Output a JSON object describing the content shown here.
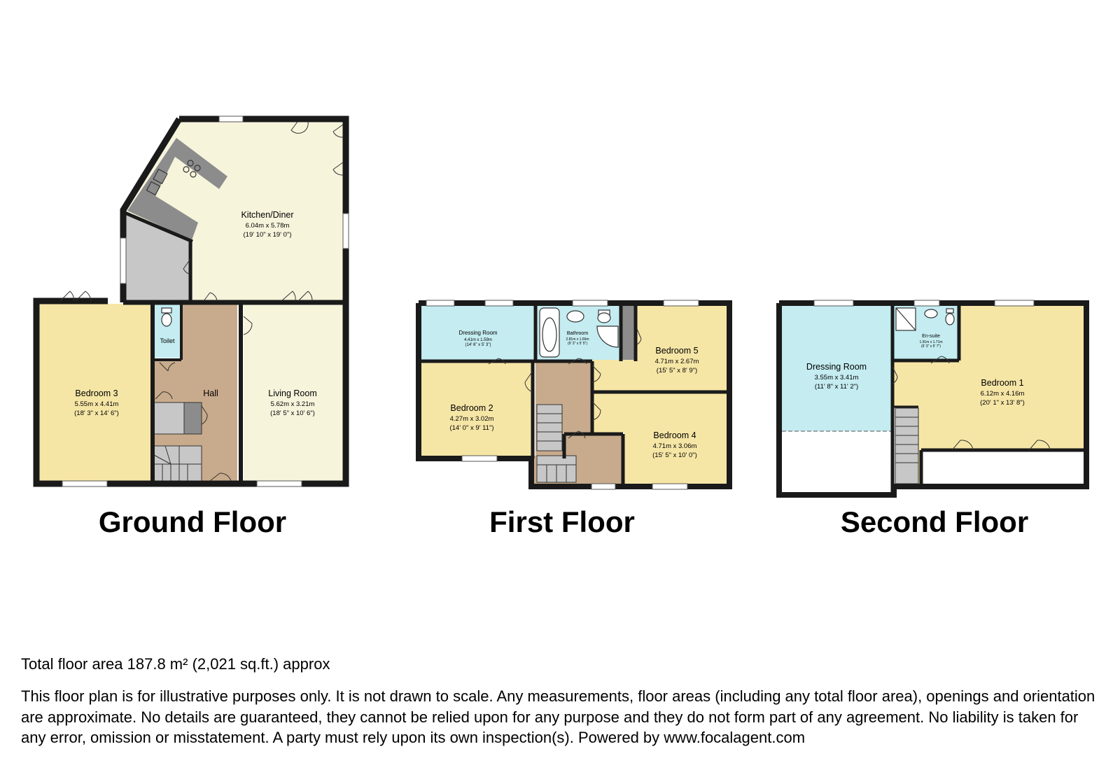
{
  "floors": {
    "ground": {
      "title": "Ground Floor",
      "rooms": {
        "kitchen": {
          "name": "Kitchen/Diner",
          "metric": "6.04m x 5.78m",
          "imperial": "(19' 10\" x 19' 0\")"
        },
        "bedroom3": {
          "name": "Bedroom 3",
          "metric": "5.55m x 4.41m",
          "imperial": "(18' 3\" x 14' 6\")"
        },
        "toilet": {
          "name": "Toilet"
        },
        "hall": {
          "name": "Hall"
        },
        "living": {
          "name": "Living Room",
          "metric": "5.62m x 3.21m",
          "imperial": "(18' 5\" x 10' 6\")"
        }
      }
    },
    "first": {
      "title": "First Floor",
      "rooms": {
        "dressing": {
          "name": "Dressing Room",
          "metric": "4.41m x 1.59m",
          "imperial": "(14' 6\" x 5' 3\")"
        },
        "bathroom": {
          "name": "Bathroom",
          "metric": "2.81m x 1.66m",
          "imperial": "(9' 3\" x 5' 5\")"
        },
        "bedroom5": {
          "name": "Bedroom 5",
          "metric": "4.71m x 2.67m",
          "imperial": "(15' 5\" x 8' 9\")"
        },
        "bedroom2": {
          "name": "Bedroom 2",
          "metric": "4.27m x 3.02m",
          "imperial": "(14' 0\" x 9' 11\")"
        },
        "bedroom4": {
          "name": "Bedroom 4",
          "metric": "4.71m x 3.06m",
          "imperial": "(15' 5\" x 10' 0\")"
        }
      }
    },
    "second": {
      "title": "Second Floor",
      "rooms": {
        "dressing": {
          "name": "Dressing Room",
          "metric": "3.55m x 3.41m",
          "imperial": "(11' 8\" x 11' 2\")"
        },
        "ensuite": {
          "name": "En-suite",
          "metric": "1.91m x 1.71m",
          "imperial": "(6' 3\" x 5' 7\")"
        },
        "bedroom1": {
          "name": "Bedroom 1",
          "metric": "6.12m x 4.16m",
          "imperial": "(20' 1\" x 13' 8\")"
        }
      }
    }
  },
  "footer": {
    "total_area": "Total floor area 187.8 m² (2,021 sq.ft.) approx",
    "disclaimer": "This floor plan is for illustrative purposes only. It is not drawn to scale. Any measurements, floor areas (including any total floor area), openings and orientation are approximate. No details are guaranteed, they cannot be relied upon for any purpose and they do not form part of any agreement. No liability is taken for any error, omission or misstatement. A party must rely upon its own inspection(s). Powered by www.focalagent.com"
  },
  "colors": {
    "wall": "#1a1a1a",
    "kitchen_fill": "#f7f4dc",
    "bedroom_fill": "#f6e6a6",
    "living_fill": "#f7f4dc",
    "hall_fill": "#c8ab8c",
    "wet_fill": "#c4ecf1",
    "worktop": "#8c8c8c",
    "utility_fill": "#c7c7c7"
  }
}
